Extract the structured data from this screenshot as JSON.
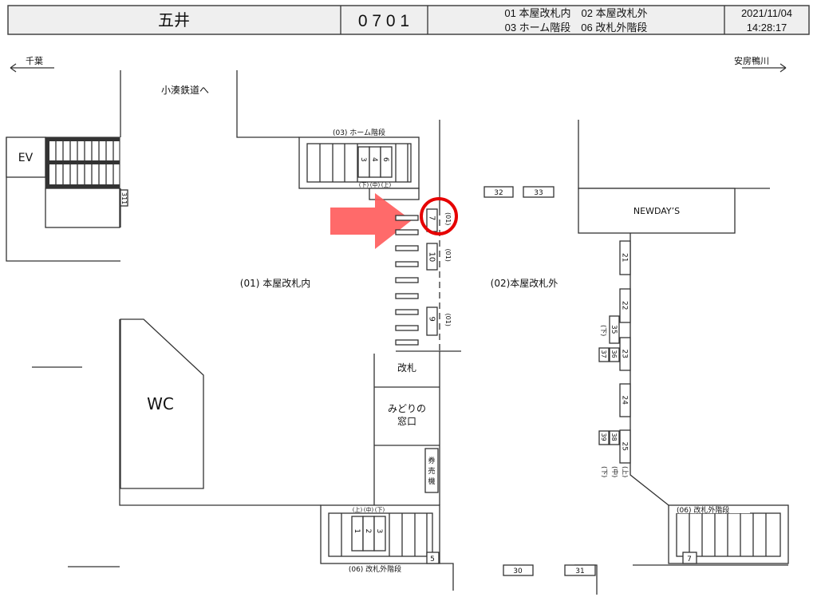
{
  "header": {
    "station_name": "五井",
    "station_code": "0 7 0 1",
    "legend_line1": "01 本屋改札内　02 本屋改札外",
    "legend_line2": "03 ホーム階段　06 改札外階段",
    "date": "2021/11/04",
    "time": "14:28:17"
  },
  "directions": {
    "left": "千葉",
    "right": "安房鴨川"
  },
  "areas": {
    "kominato": "小湊鉄道へ",
    "area_01": "(01) 本屋改札内",
    "area_02": "(02)本屋改札外",
    "wc": "WC",
    "ev": "EV",
    "newdays": "NEWDAY’S",
    "gate": "改札",
    "midori_1": "みどりの",
    "midori_2": "窓口",
    "ticket_machine": [
      "券",
      "売",
      "機"
    ],
    "stairs_03": "(03) ホーム階段",
    "stairs_06_left": "(06) 改札外階段",
    "stairs_06_right": "(06) 改札外階段"
  },
  "markers": {
    "stairs03": [
      "3",
      "4",
      "6"
    ],
    "stairs03_labels": [
      "(下)",
      "(中)",
      "(上)"
    ],
    "gates": [
      {
        "id": "7",
        "area": "(01)"
      },
      {
        "id": "10",
        "area": "(01)"
      },
      {
        "id": "9",
        "area": "(01)"
      }
    ],
    "stairs06_left": [
      "1",
      "2",
      "3"
    ],
    "stairs06_left_labels": [
      "(上)",
      "(中)",
      "(下)"
    ],
    "box5": "5",
    "box311": "311",
    "box32": "32",
    "box33": "33",
    "box30": "30",
    "box31": "31",
    "box7_right": "7",
    "right_wall": [
      "21",
      "22",
      "35",
      "23",
      "36",
      "37",
      "24",
      "25",
      "38",
      "39"
    ],
    "label_35": "(下)",
    "right_labels": [
      "(上)",
      "(中)",
      "(下)"
    ]
  },
  "highlight": {
    "color": "#e60000",
    "arrow_color": "#ff5a5a",
    "target": "7"
  }
}
